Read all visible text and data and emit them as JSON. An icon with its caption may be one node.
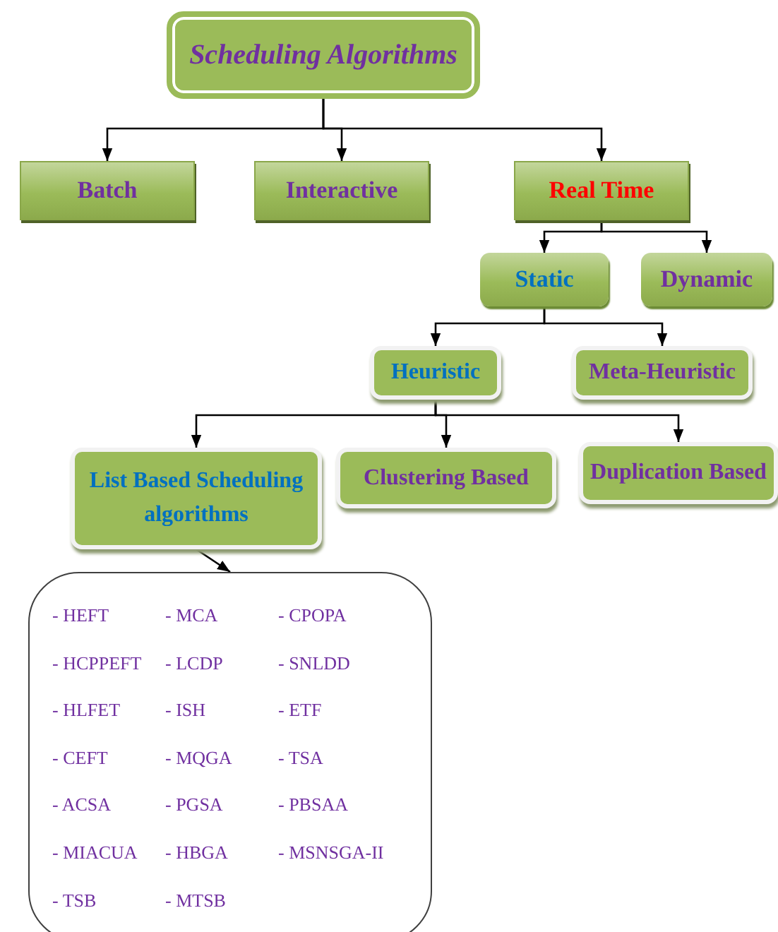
{
  "diagram": {
    "nodes": [
      {
        "text": [
          "Scheduling Algorithms"
        ]
      },
      {
        "text": [
          "Batch"
        ]
      },
      {
        "text": [
          "Interactive"
        ]
      },
      {
        "text": [
          "Real Time"
        ]
      },
      {
        "text": [
          "Static"
        ]
      },
      {
        "text": [
          "Dynamic"
        ]
      },
      {
        "text": [
          "Heuristic"
        ]
      },
      {
        "text": [
          "Meta-Heuristic"
        ]
      },
      {
        "text": [
          "List Based Scheduling algorithms"
        ]
      },
      {
        "text": [
          "Clustering Based"
        ]
      },
      {
        "text": [
          "Duplication Based"
        ]
      },
      {
        "text": [
          "- HEFT",
          "- MCA",
          "- CPOPA",
          "- HCPPEFT",
          "- LCDP",
          "- SNLDD",
          "- HLFET",
          "- ISH",
          "- ETF",
          "- CEFT",
          "- MQGA",
          "- TSA",
          "- ACSA",
          "- PGSA",
          "- PBSAA",
          "- MIACUA",
          "- HBGA",
          "- MSNSGA-II",
          "- TSB",
          "- MTSB"
        ]
      }
    ],
    "edges": [
      {
        "from": 0,
        "to": 1,
        "arrow": "to"
      },
      {
        "from": 0,
        "to": 2,
        "arrow": "to"
      },
      {
        "from": 0,
        "to": 3,
        "arrow": "to"
      },
      {
        "from": 3,
        "to": 4,
        "arrow": "to"
      },
      {
        "from": 3,
        "to": 5,
        "arrow": "to"
      },
      {
        "from": 4,
        "to": 6,
        "arrow": "to"
      },
      {
        "from": 4,
        "to": 7,
        "arrow": "to"
      },
      {
        "from": 6,
        "to": 8,
        "arrow": "to"
      },
      {
        "from": 6,
        "to": 9,
        "arrow": "to"
      },
      {
        "from": 6,
        "to": 10,
        "arrow": "to"
      },
      {
        "from": 8,
        "to": 11,
        "arrow": "to"
      }
    ]
  }
}
